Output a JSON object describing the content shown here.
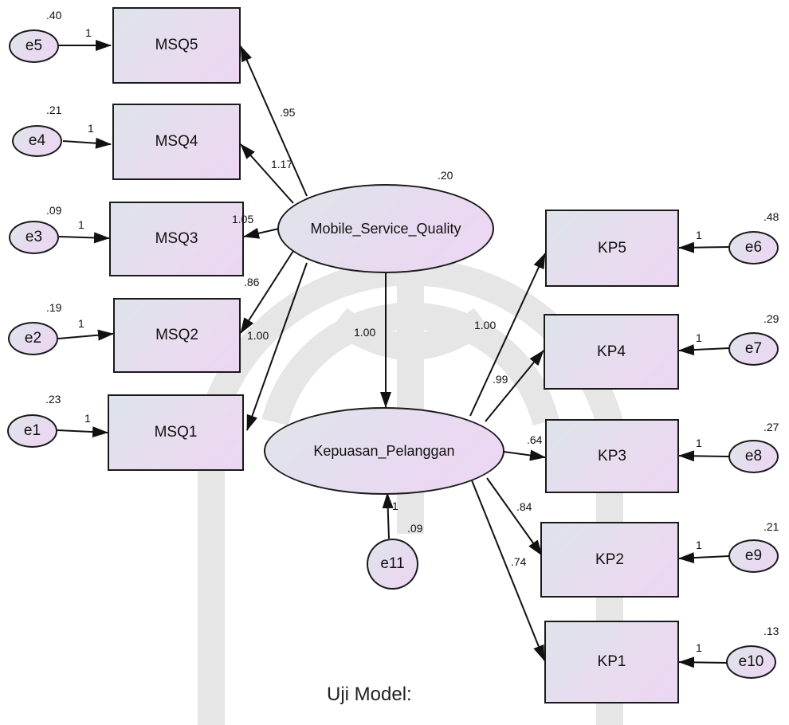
{
  "latents": {
    "msq": {
      "label": "Mobile_Service_Quality",
      "variance": ".20"
    },
    "kp": {
      "label": "Kepuasan_Pelanggan"
    }
  },
  "path_msq_kp": "1.00",
  "msq_indicators": [
    {
      "id": "MSQ5",
      "error": "e5",
      "error_var": ".40",
      "fixed": "1",
      "loading": ".95"
    },
    {
      "id": "MSQ4",
      "error": "e4",
      "error_var": ".21",
      "fixed": "1",
      "loading": "1.17"
    },
    {
      "id": "MSQ3",
      "error": "e3",
      "error_var": ".09",
      "fixed": "1",
      "loading": "1.05"
    },
    {
      "id": "MSQ2",
      "error": "e2",
      "error_var": ".19",
      "fixed": "1",
      "loading": ".86"
    },
    {
      "id": "MSQ1",
      "error": "e1",
      "error_var": ".23",
      "fixed": "1",
      "loading": "1.00"
    }
  ],
  "kp_indicators": [
    {
      "id": "KP5",
      "error": "e6",
      "error_var": ".48",
      "fixed": "1",
      "loading": "1.00"
    },
    {
      "id": "KP4",
      "error": "e7",
      "error_var": ".29",
      "fixed": "1",
      "loading": ".99"
    },
    {
      "id": "KP3",
      "error": "e8",
      "error_var": ".27",
      "fixed": "1",
      "loading": ".64"
    },
    {
      "id": "KP2",
      "error": "e9",
      "error_var": ".21",
      "fixed": "1",
      "loading": ".84"
    },
    {
      "id": "KP1",
      "error": "e10",
      "error_var": ".13",
      "fixed": "1",
      "loading": ".74"
    }
  ],
  "disturbance": {
    "label": "e11",
    "variance": ".09",
    "fixed": "1"
  },
  "caption": "Uji Model:"
}
